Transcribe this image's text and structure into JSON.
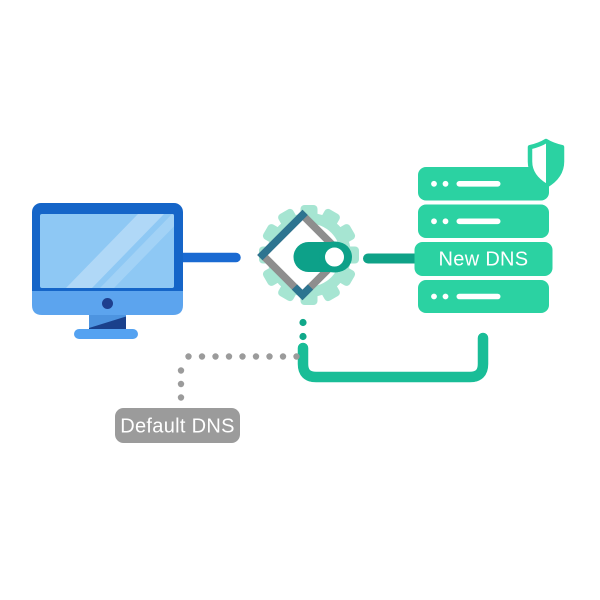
{
  "labels": {
    "new_dns": "New DNS",
    "default_dns": "Default DNS"
  },
  "toggle_state": "on",
  "icons": [
    "settings-gear-icon",
    "toggle-on-icon",
    "security-shield-icon",
    "desktop-monitor-icon",
    "dns-server-icon"
  ],
  "colors": {
    "monitor_frame": "#1565C8",
    "monitor_screen": "#8EC8F4",
    "monitor_chin": "#5CA4EE",
    "monitor_stand": "#54A2F1",
    "camera_dot": "#1E3F8E",
    "blue_connector": "#1A6AD2",
    "gear_mint": "#A6E5D2",
    "diamond_teal": "#2D7490",
    "diamond_gray": "#8E8E8E",
    "toggle_green": "#0DA189",
    "connector_green": "#0FA287",
    "elbow_green": "#19BD97",
    "server_green": "#2BD2A2",
    "dot_gray": "#9B9B9B",
    "label_box_gray": "#9B9B9B",
    "text_white": "#FFFFFF"
  }
}
